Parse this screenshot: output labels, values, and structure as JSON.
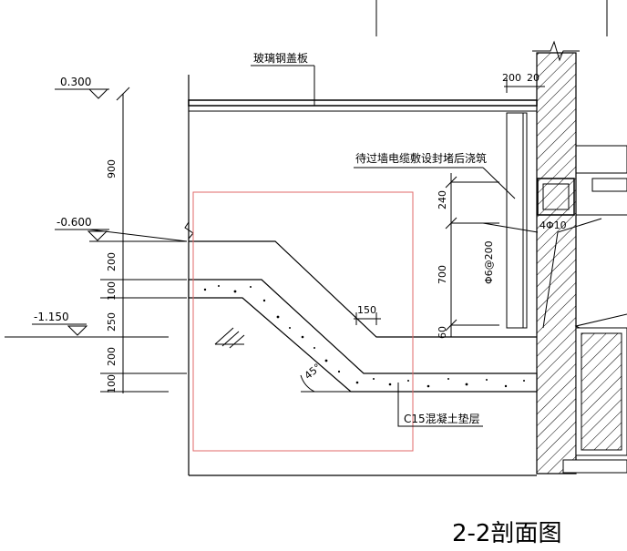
{
  "drawing": {
    "title": "2-2剖面图",
    "labels": {
      "cover_plate": "玻璃钢盖板",
      "seal_note": "待过墙电缆敷设封堵后浇筑",
      "cushion": "C15混凝土垫层",
      "angle": "45°",
      "rebar_main": "4Φ10",
      "rebar_stirrup": "Φ6@200"
    },
    "elevations": [
      "0.300",
      "-0.600",
      "-1.150"
    ],
    "dimensions": {
      "left": [
        "900",
        "200",
        "100",
        "250",
        "200",
        "100"
      ],
      "right": [
        "240",
        "700",
        "60"
      ],
      "top": [
        "200",
        "20"
      ],
      "step": "150"
    }
  }
}
